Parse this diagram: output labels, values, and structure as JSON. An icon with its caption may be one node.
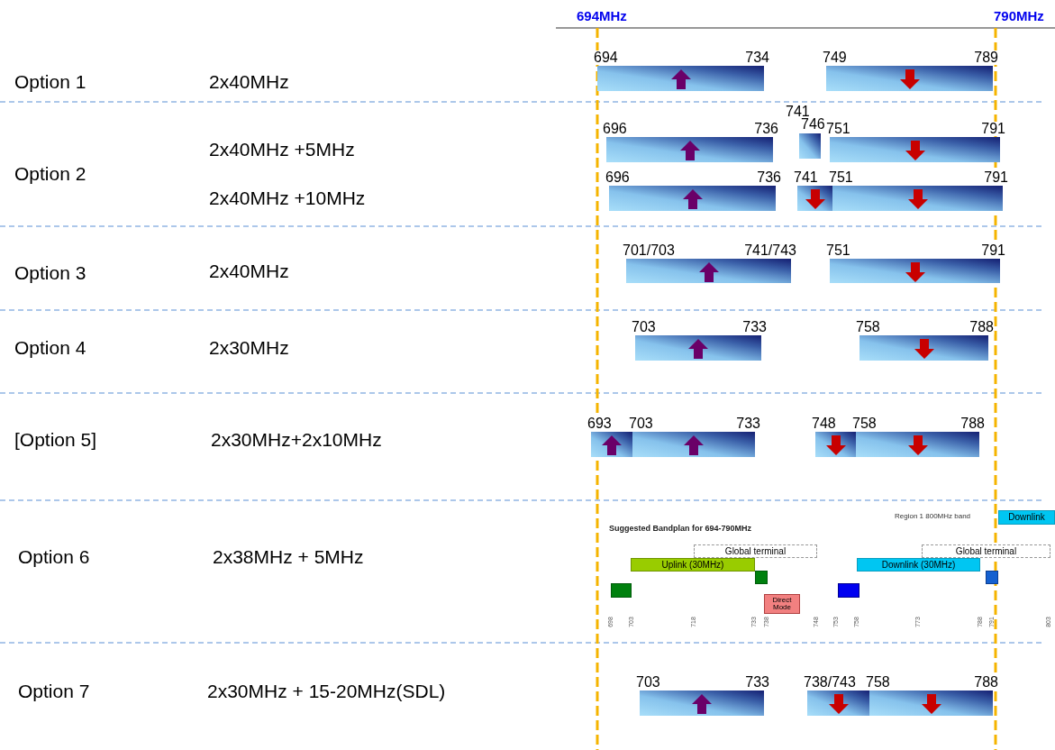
{
  "diagram": {
    "nodes": [
      {
        "text": [],
        "shape": "bar",
        "beside": [
          "694",
          "734"
        ]
      },
      {
        "text": [],
        "shape": "bar",
        "beside": [
          "749",
          "789"
        ]
      },
      {
        "text": [],
        "shape": "bar",
        "beside": [
          "696",
          "736"
        ]
      },
      {
        "text": [],
        "shape": "bar",
        "beside": [
          "741",
          "746"
        ]
      },
      {
        "text": [],
        "shape": "bar",
        "beside": [
          "751",
          "791"
        ]
      },
      {
        "text": [],
        "shape": "bar",
        "beside": [
          "696",
          "736"
        ]
      },
      {
        "text": [],
        "shape": "bar",
        "beside": [
          "741"
        ]
      },
      {
        "text": [],
        "shape": "bar",
        "beside": [
          "751",
          "791"
        ]
      },
      {
        "text": [],
        "shape": "bar",
        "beside": [
          "701/703",
          "741/743"
        ]
      },
      {
        "text": [],
        "shape": "bar",
        "beside": [
          "751",
          "791"
        ]
      },
      {
        "text": [],
        "shape": "bar",
        "beside": [
          "703",
          "733"
        ]
      },
      {
        "text": [],
        "shape": "bar",
        "beside": [
          "758",
          "788"
        ]
      },
      {
        "text": [],
        "shape": "bar",
        "beside": [
          "693"
        ]
      },
      {
        "text": [],
        "shape": "bar",
        "beside": [
          "703",
          "733"
        ]
      },
      {
        "text": [],
        "shape": "bar",
        "beside": [
          "748"
        ]
      },
      {
        "text": [],
        "shape": "bar",
        "beside": [
          "758",
          "788"
        ]
      },
      {
        "text": [],
        "shape": "bar",
        "beside": [
          "703",
          "733"
        ]
      },
      {
        "text": [],
        "shape": "bar",
        "beside": [
          "738/743"
        ]
      },
      {
        "text": [],
        "shape": "bar",
        "beside": [
          "758",
          "788"
        ]
      },
      {
        "text": [
          "Downlink"
        ]
      },
      {
        "text": [
          "Global terminal"
        ]
      },
      {
        "text": [
          "Global terminal"
        ]
      },
      {
        "text": [
          "Uplink (30MHz)"
        ]
      },
      {
        "text": [
          "Downlink (30MHz)"
        ]
      },
      {
        "text": [],
        "shape": "box"
      },
      {
        "text": [],
        "shape": "box"
      },
      {
        "text": [
          "Direct Mode"
        ]
      },
      {
        "text": [],
        "shape": "box"
      },
      {
        "text": [],
        "shape": "box"
      }
    ],
    "labels": [
      "694MHz",
      "790MHz",
      "Option 1",
      "2x40MHz",
      "Option 2",
      "2x40MHz +5MHz",
      "2x40MHz +10MHz",
      "Option 3",
      "2x40MHz",
      "Option 4",
      "2x30MHz",
      "[Option 5]",
      "2x30MHz+2x10MHz",
      "Option 6",
      "2x38MHz + 5MHz",
      "Region 1 800MHz band",
      "Suggested Bandplan for 694-790MHz",
      "698",
      "703",
      "718",
      "733",
      "738",
      "748",
      "753",
      "758",
      "773",
      "788",
      "791",
      "803",
      "Option 7",
      "2x30MHz + 15-20MHz(SDL)"
    ]
  }
}
